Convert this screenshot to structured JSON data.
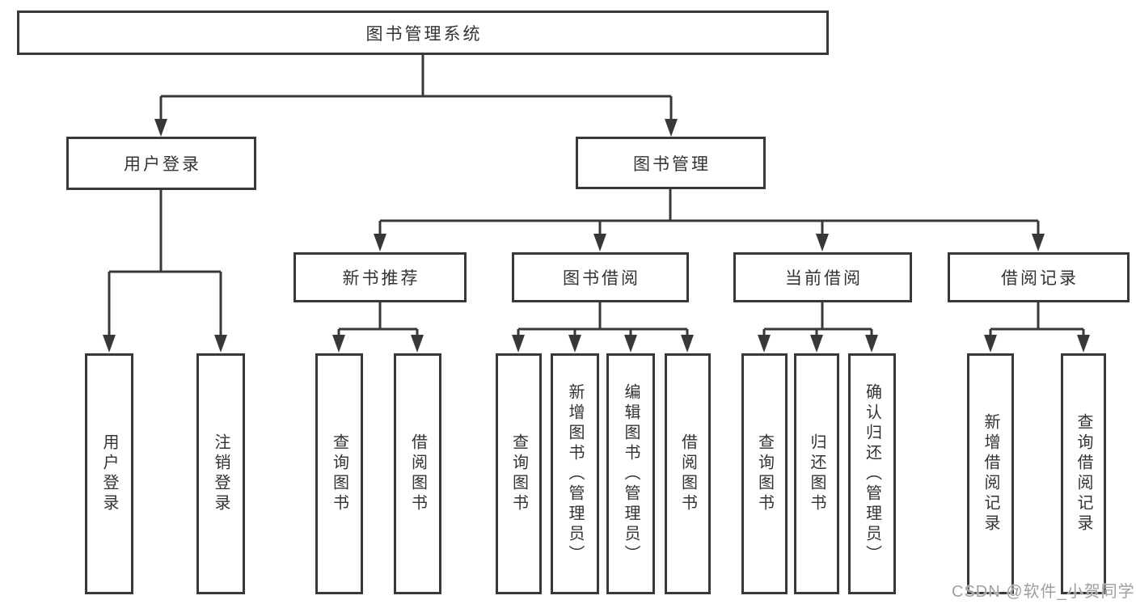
{
  "diagram": {
    "title": "图书管理系统",
    "colors": {
      "background": "#ffffff",
      "box_border": "#383838",
      "connector_line": "#383838",
      "text": "#333333",
      "watermark_text": "#9f9f9f"
    },
    "nodes": {
      "root": {
        "label": "图书管理系统"
      },
      "userLogin": {
        "label": "用户登录"
      },
      "bookMgmt": {
        "label": "图书管理"
      },
      "newBook": {
        "label": "新书推荐"
      },
      "bookBorrow": {
        "label": "图书借阅"
      },
      "currentBorrow": {
        "label": "当前借阅"
      },
      "borrowRecord": {
        "label": "借阅记录"
      },
      "leafUserLogin": {
        "label": "用户登录"
      },
      "leafLogout": {
        "label": "注销登录"
      },
      "leafNbQuery": {
        "label": "查询图书"
      },
      "leafNbBorrow": {
        "label": "借阅图书"
      },
      "leafBbQuery": {
        "label": "查询图书"
      },
      "leafBbAdd": {
        "label": "新增图书（管理员）"
      },
      "leafBbEdit": {
        "label": "编辑图书（管理员）"
      },
      "leafBbBorrow": {
        "label": "借阅图书"
      },
      "leafCbQuery": {
        "label": "查询图书"
      },
      "leafCbReturn": {
        "label": "归还图书"
      },
      "leafCbConfirm": {
        "label": "确认归还（管理员）"
      },
      "leafBrAdd": {
        "label": "新增借阅记录"
      },
      "leafBrQuery": {
        "label": "查询借阅记录"
      }
    },
    "structure": {
      "root": "图书管理系统",
      "children": [
        {
          "label": "用户登录",
          "children": [
            "用户登录",
            "注销登录"
          ]
        },
        {
          "label": "图书管理",
          "children": [
            {
              "label": "新书推荐",
              "children": [
                "查询图书",
                "借阅图书"
              ]
            },
            {
              "label": "图书借阅",
              "children": [
                "查询图书",
                "新增图书（管理员）",
                "编辑图书（管理员）",
                "借阅图书"
              ]
            },
            {
              "label": "当前借阅",
              "children": [
                "查询图书",
                "归还图书",
                "确认归还（管理员）"
              ]
            },
            {
              "label": "借阅记录",
              "children": [
                "新增借阅记录",
                "查询借阅记录"
              ]
            }
          ]
        }
      ]
    },
    "watermark": "CSDN @软件_小贺同学"
  }
}
